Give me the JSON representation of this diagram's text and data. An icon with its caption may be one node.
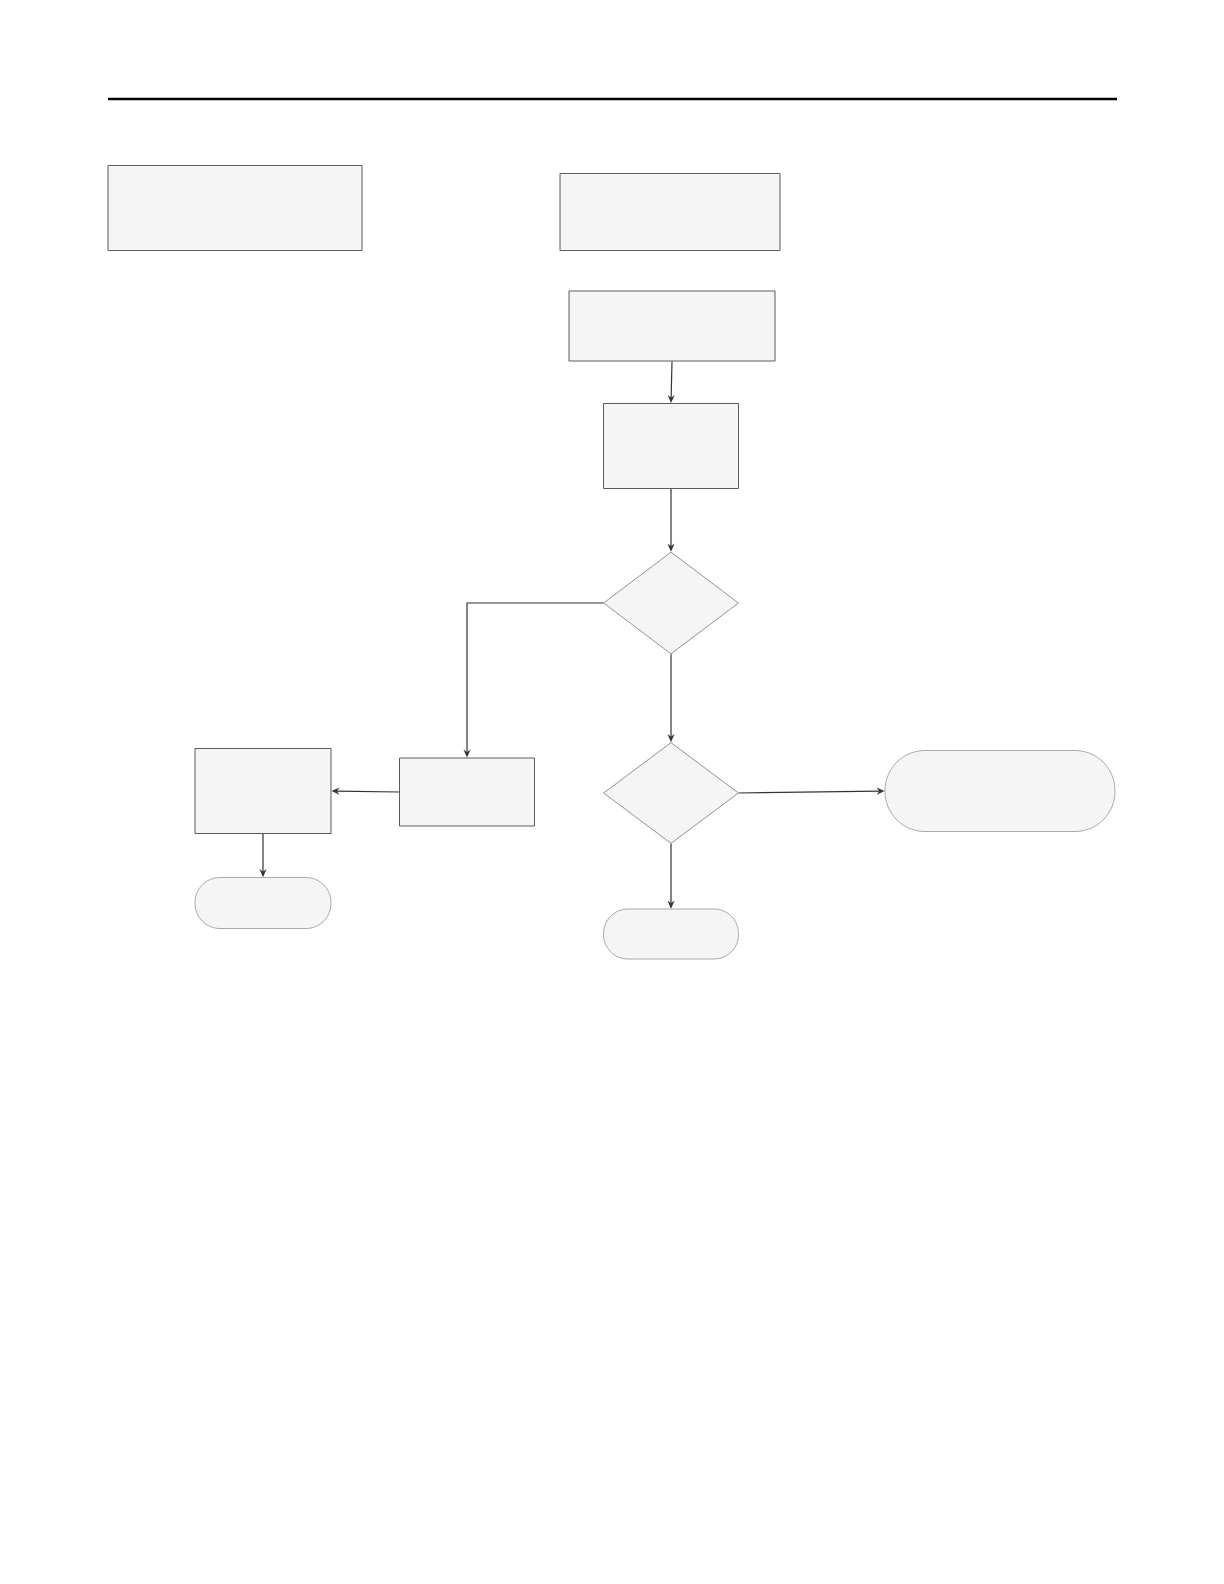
{
  "diagram": {
    "nodes": [
      {
        "text": [],
        "shape": "box"
      },
      {
        "text": [],
        "shape": "box"
      },
      {
        "text": [],
        "shape": "box"
      },
      {
        "text": [],
        "shape": "box"
      },
      {
        "text": [],
        "shape": "diamond"
      },
      {
        "text": [],
        "shape": "box"
      },
      {
        "text": [],
        "shape": "box"
      },
      {
        "text": [],
        "shape": "diamond"
      },
      {
        "text": [],
        "shape": "pill"
      },
      {
        "text": [],
        "shape": "pill"
      },
      {
        "text": [],
        "shape": "pill"
      }
    ],
    "edges": [
      {
        "from": 2,
        "to": 3,
        "arrow": "to"
      },
      {
        "from": 3,
        "to": 4,
        "arrow": "to"
      },
      {
        "from": 4,
        "to": 6,
        "arrow": "to"
      },
      {
        "from": 4,
        "to": 7,
        "arrow": "to"
      },
      {
        "from": 6,
        "to": 5,
        "arrow": "to"
      },
      {
        "from": 7,
        "to": 8,
        "arrow": "to"
      },
      {
        "from": 5,
        "to": 9,
        "arrow": "to"
      },
      {
        "from": 7,
        "to": 10,
        "arrow": "to"
      }
    ]
  }
}
